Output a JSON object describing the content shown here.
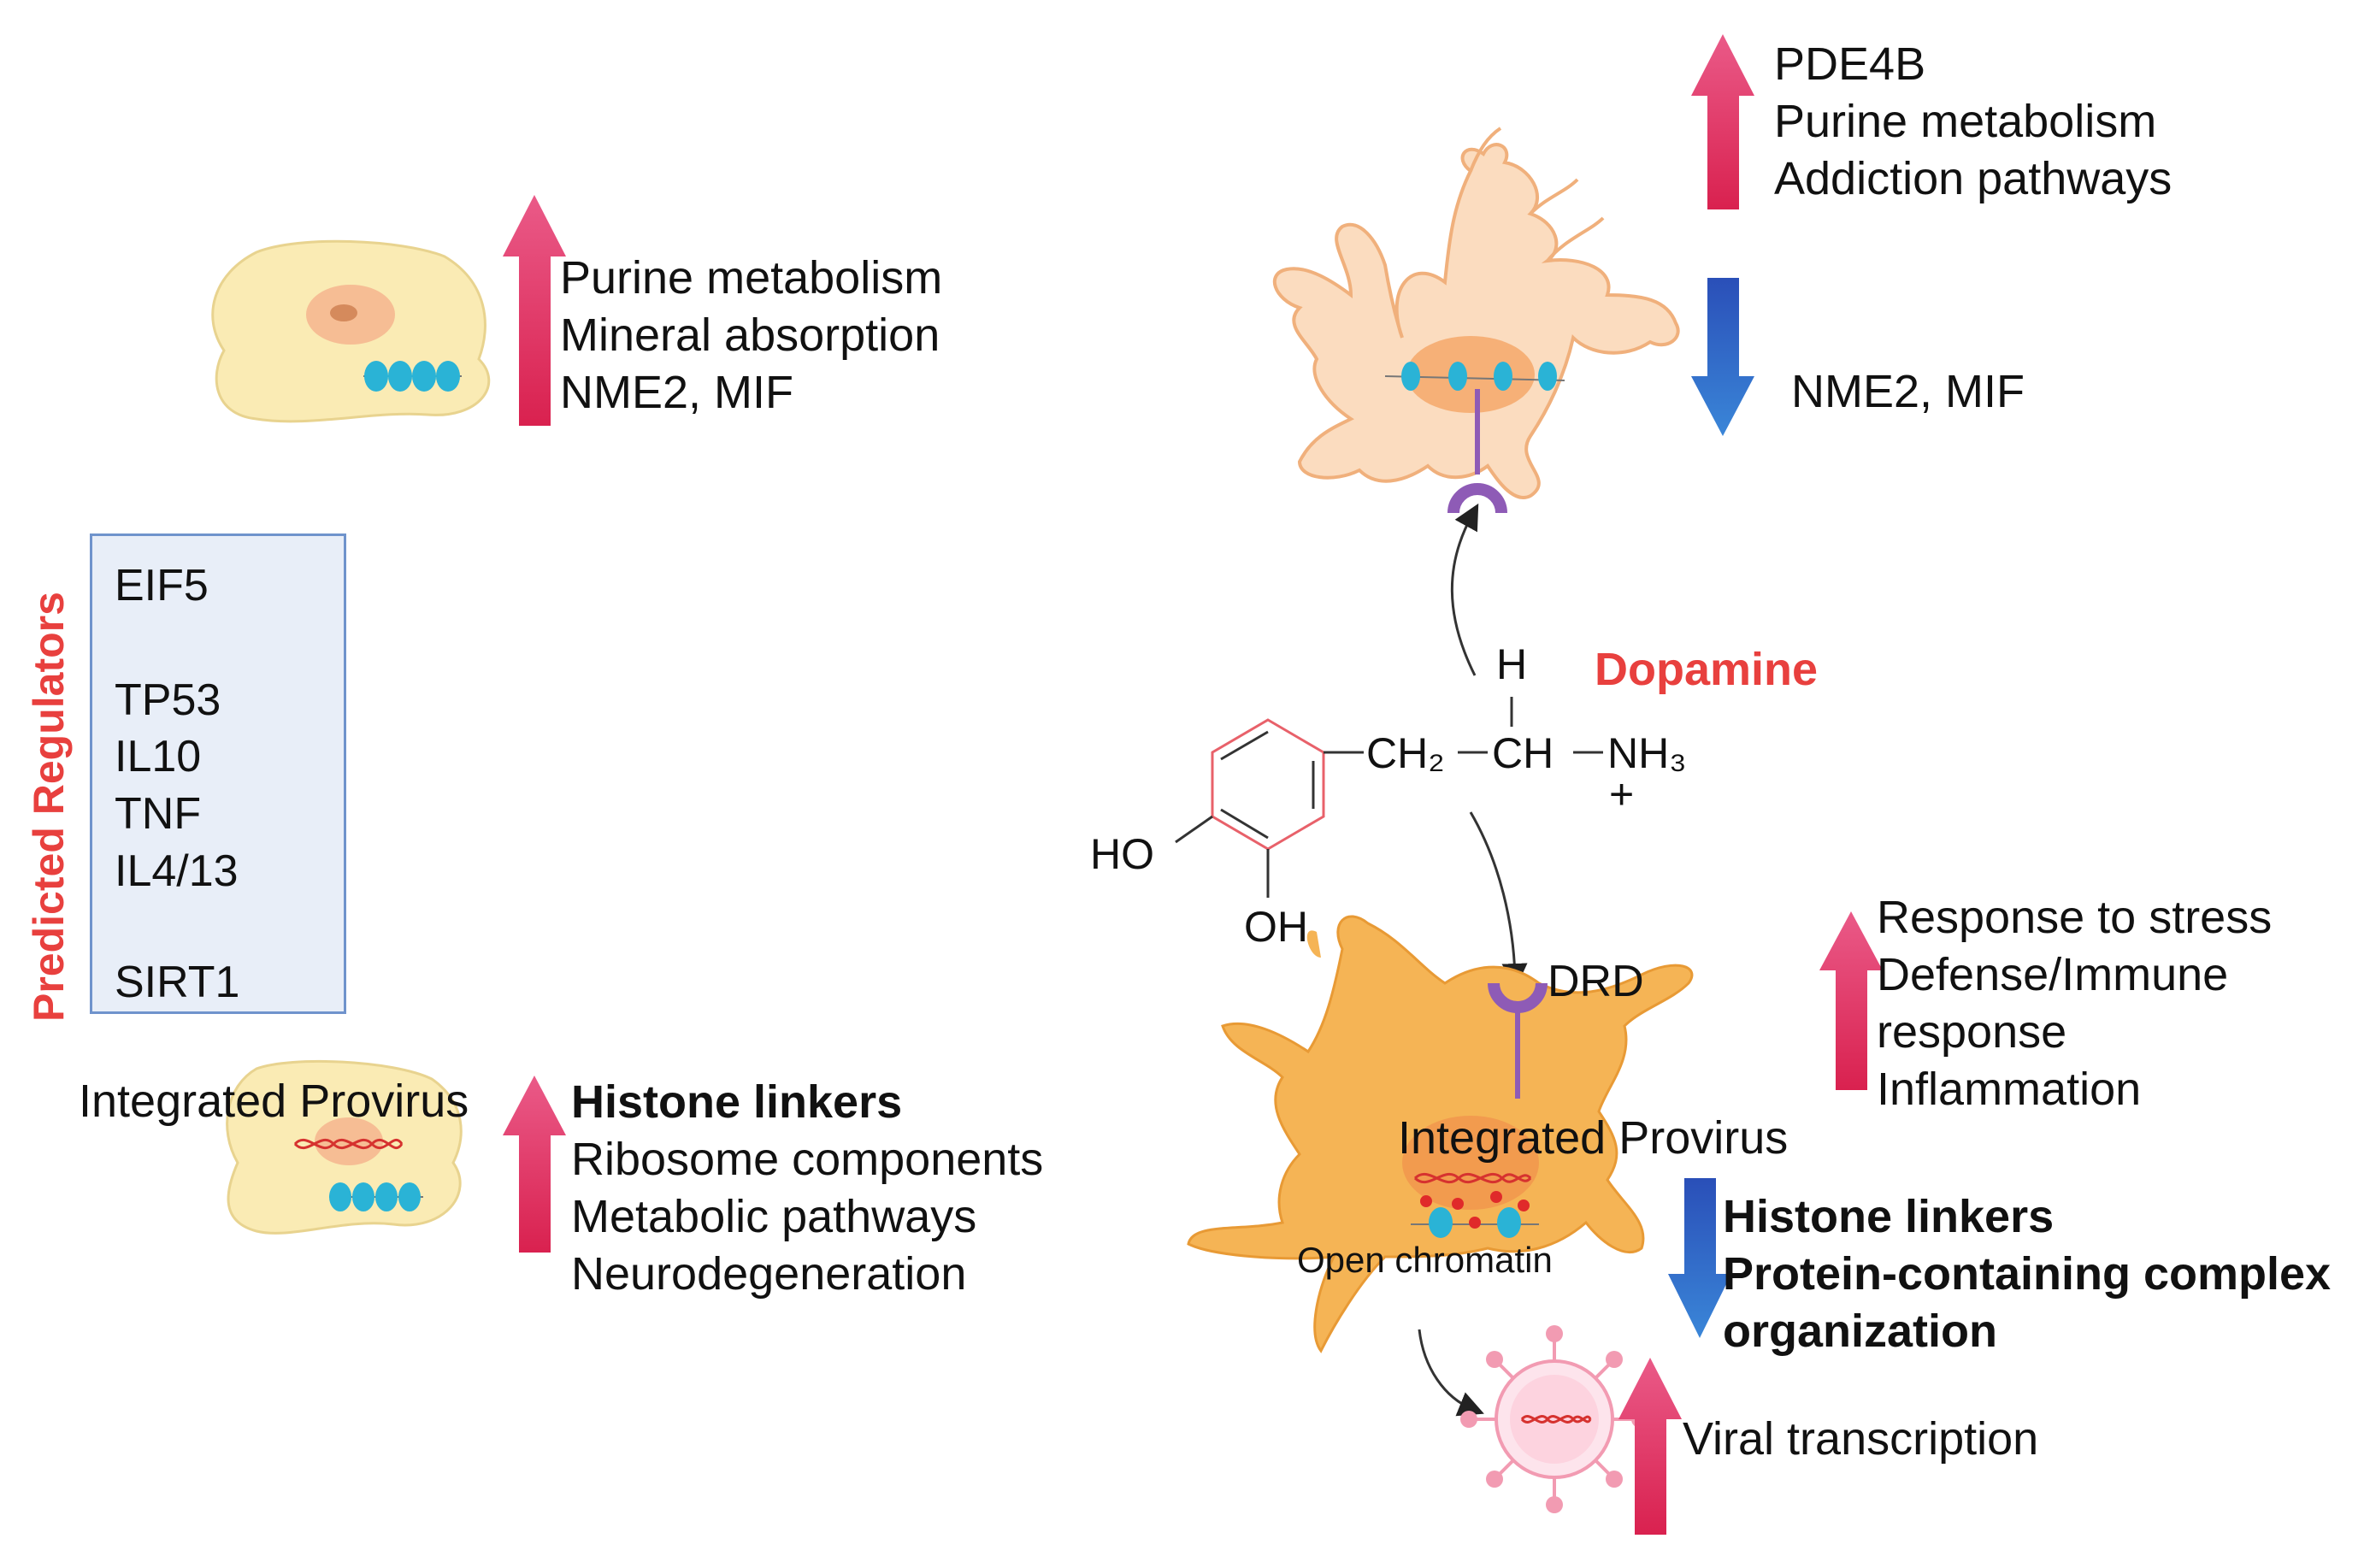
{
  "top_right": {
    "items": [
      "PDE4B",
      "Purine metabolism",
      "Addiction pathways"
    ]
  },
  "mid_right": {
    "items": [
      "NME2, MIF"
    ]
  },
  "top_left": {
    "items": [
      "Purine metabolism",
      "Mineral absorption",
      "NME2, MIF"
    ]
  },
  "regulators": {
    "label": "Predicted Regulators",
    "items": [
      "EIF5",
      "TP53",
      "IL10",
      "TNF",
      "IL4/13",
      "SIRT1"
    ]
  },
  "molecule": {
    "name": "Dopamine",
    "h": "H",
    "ch2": "CH₂",
    "ch": "CH",
    "nh3": "NH₃",
    "plus": "+",
    "ho": "HO",
    "oh": "OH",
    "receptor": "DRD"
  },
  "bottom_left": {
    "provirus_label": "Integrated Provirus",
    "items": [
      "Histone linkers",
      "Ribosome components",
      "Metabolic pathways",
      "Neurodegeneration"
    ]
  },
  "right_stress": {
    "items": [
      "Response to stress",
      "Defense/Immune",
      "response",
      "Inflammation"
    ]
  },
  "bottom_right": {
    "provirus_label": "Integrated Provirus",
    "open_chromatin": "Open chromatin",
    "items": [
      "Histone linkers",
      "Protein-containing complex",
      "organization"
    ]
  },
  "viral": {
    "items": [
      "Viral transcription"
    ]
  },
  "colors": {
    "up_arrow": "#e03160",
    "down_arrow": "#2d62c4",
    "cell_pale": "#faebb4",
    "cell_orange": "#f5b455",
    "cell_peach": "#fbdcbf",
    "receptor": "#8e5bb6",
    "dopamine": "#e8403e"
  },
  "icons": [
    "up-arrow-icon",
    "down-arrow-icon",
    "cell-icon",
    "neuron-icon",
    "dna-icon",
    "virus-icon",
    "receptor-icon",
    "nucleosome-icon"
  ]
}
